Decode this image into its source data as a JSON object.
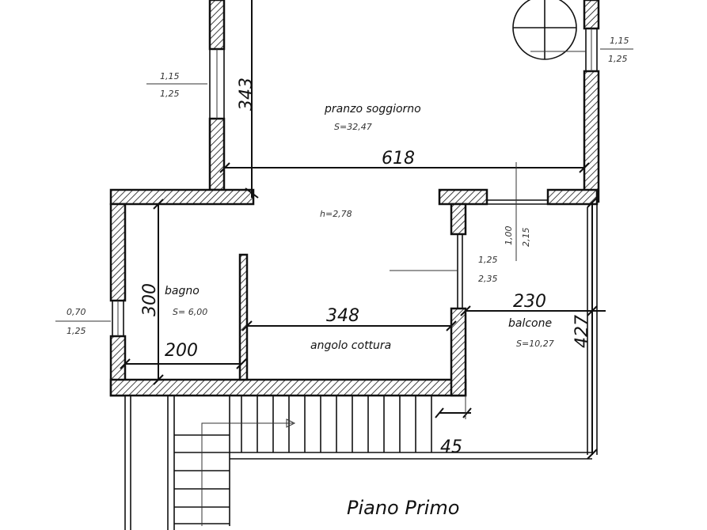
{
  "rooms": {
    "pranzo": {
      "name": "pranzo soggiorno",
      "area": "S=32,47"
    },
    "height": "h=2,78",
    "bagno": {
      "name": "bagno",
      "area": "S= 6,00"
    },
    "cottura": {
      "name": "angolo cottura"
    },
    "balcone": {
      "name": "balcone",
      "area": "S=10,27"
    }
  },
  "dimensions": {
    "d343": "343",
    "d618": "618",
    "d300": "300",
    "d348": "348",
    "d200": "200",
    "d230": "230",
    "d427": "427",
    "d45": "45"
  },
  "windows": {
    "left_top": {
      "w": "1,15",
      "h": "1,25"
    },
    "right_top": {
      "w": "1,15",
      "h": "1,25"
    },
    "bagno": {
      "w": "0,70",
      "h": "1,25"
    },
    "balcony_door": {
      "w": "1,25",
      "h": "2,35"
    },
    "door_right": {
      "w": "1,00",
      "h": "2,15"
    }
  },
  "title": "Piano Primo"
}
